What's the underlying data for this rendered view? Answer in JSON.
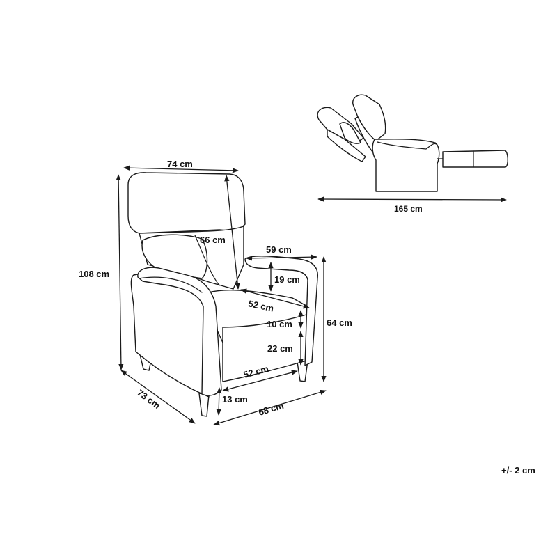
{
  "colors": {
    "ink": "#1a1a1a",
    "background": "#ffffff"
  },
  "dimensions": {
    "top_width": "74 cm",
    "height": "108 cm",
    "back_height": "66 cm",
    "armrest_depth": "59 cm",
    "armrest_height": "19 cm",
    "seat_depth": "52 cm",
    "cushion_thickness": "10 cm",
    "seat_to_base": "22 cm",
    "arm_height": "64 cm",
    "seat_width": "52 cm",
    "leg_height": "13 cm",
    "width": "68 cm",
    "depth": "73 cm",
    "reclined_length": "165 cm"
  },
  "tolerance": "+/- 2 cm"
}
